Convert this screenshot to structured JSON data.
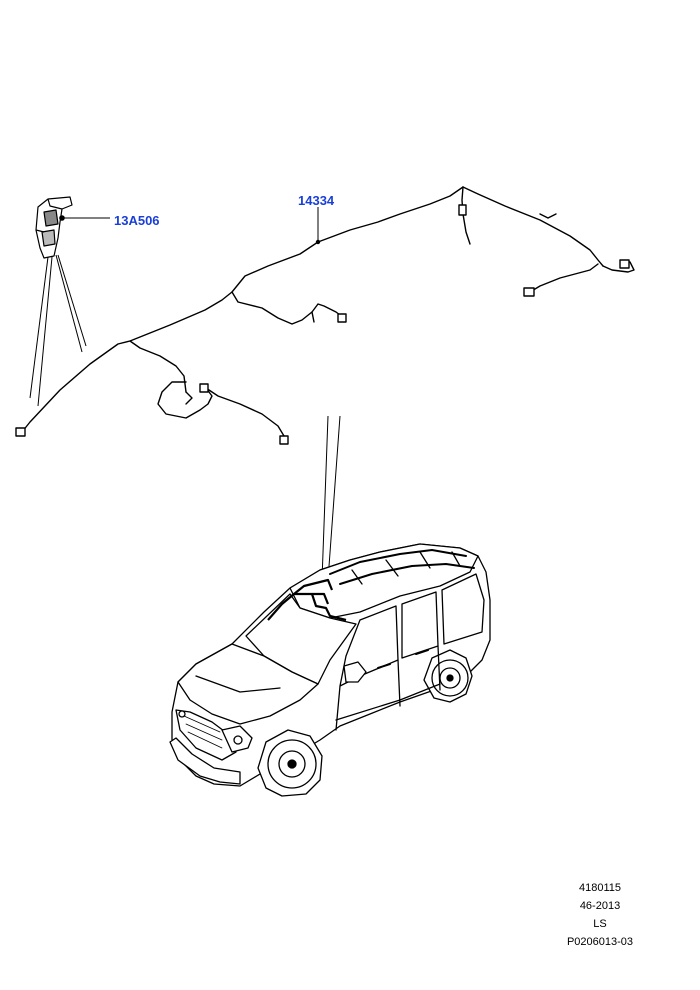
{
  "callouts": [
    {
      "id": "clip",
      "label": "13A506"
    },
    {
      "id": "harness",
      "label": "14334"
    }
  ],
  "reference": {
    "lines": [
      "4180115",
      "46-2013",
      "LS",
      "P0206013-03"
    ]
  },
  "colors": {
    "callout": "#1a3fd6",
    "line": "#000000",
    "background": "#ffffff"
  }
}
